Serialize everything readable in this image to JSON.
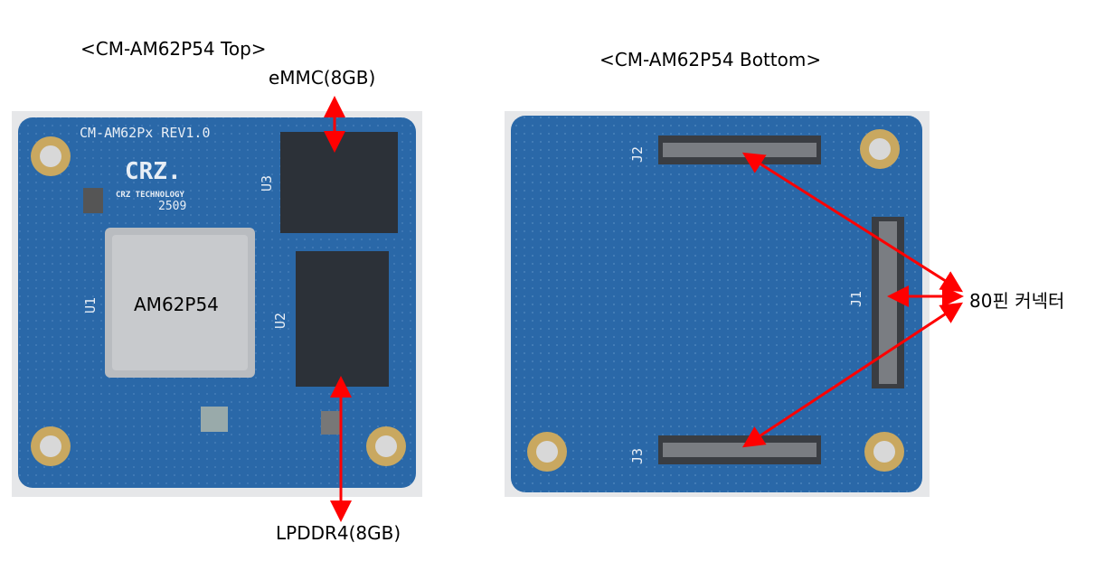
{
  "labels": {
    "top_title": "<CM-AM62P54 Top>",
    "bottom_title": "<CM-AM62P54 Bottom>",
    "emmc": "eMMC(8GB)",
    "lpddr4": "LPDDR4(8GB)",
    "soc": "AM62P54",
    "connector": "80핀 커넥터"
  },
  "silkscreen": {
    "board_name": "CM-AM62Px REV1.0",
    "logo": "CRZ.",
    "company": "CRZ TECHNOLOGY",
    "date_code": "2509",
    "u1": "U1",
    "u2": "U2",
    "u3": "U3",
    "j1": "J1",
    "j2": "J2",
    "j3": "J3"
  },
  "colors": {
    "pcb": "#2a68a8",
    "arrow": "#ff0000",
    "pad": "#c9a860"
  }
}
